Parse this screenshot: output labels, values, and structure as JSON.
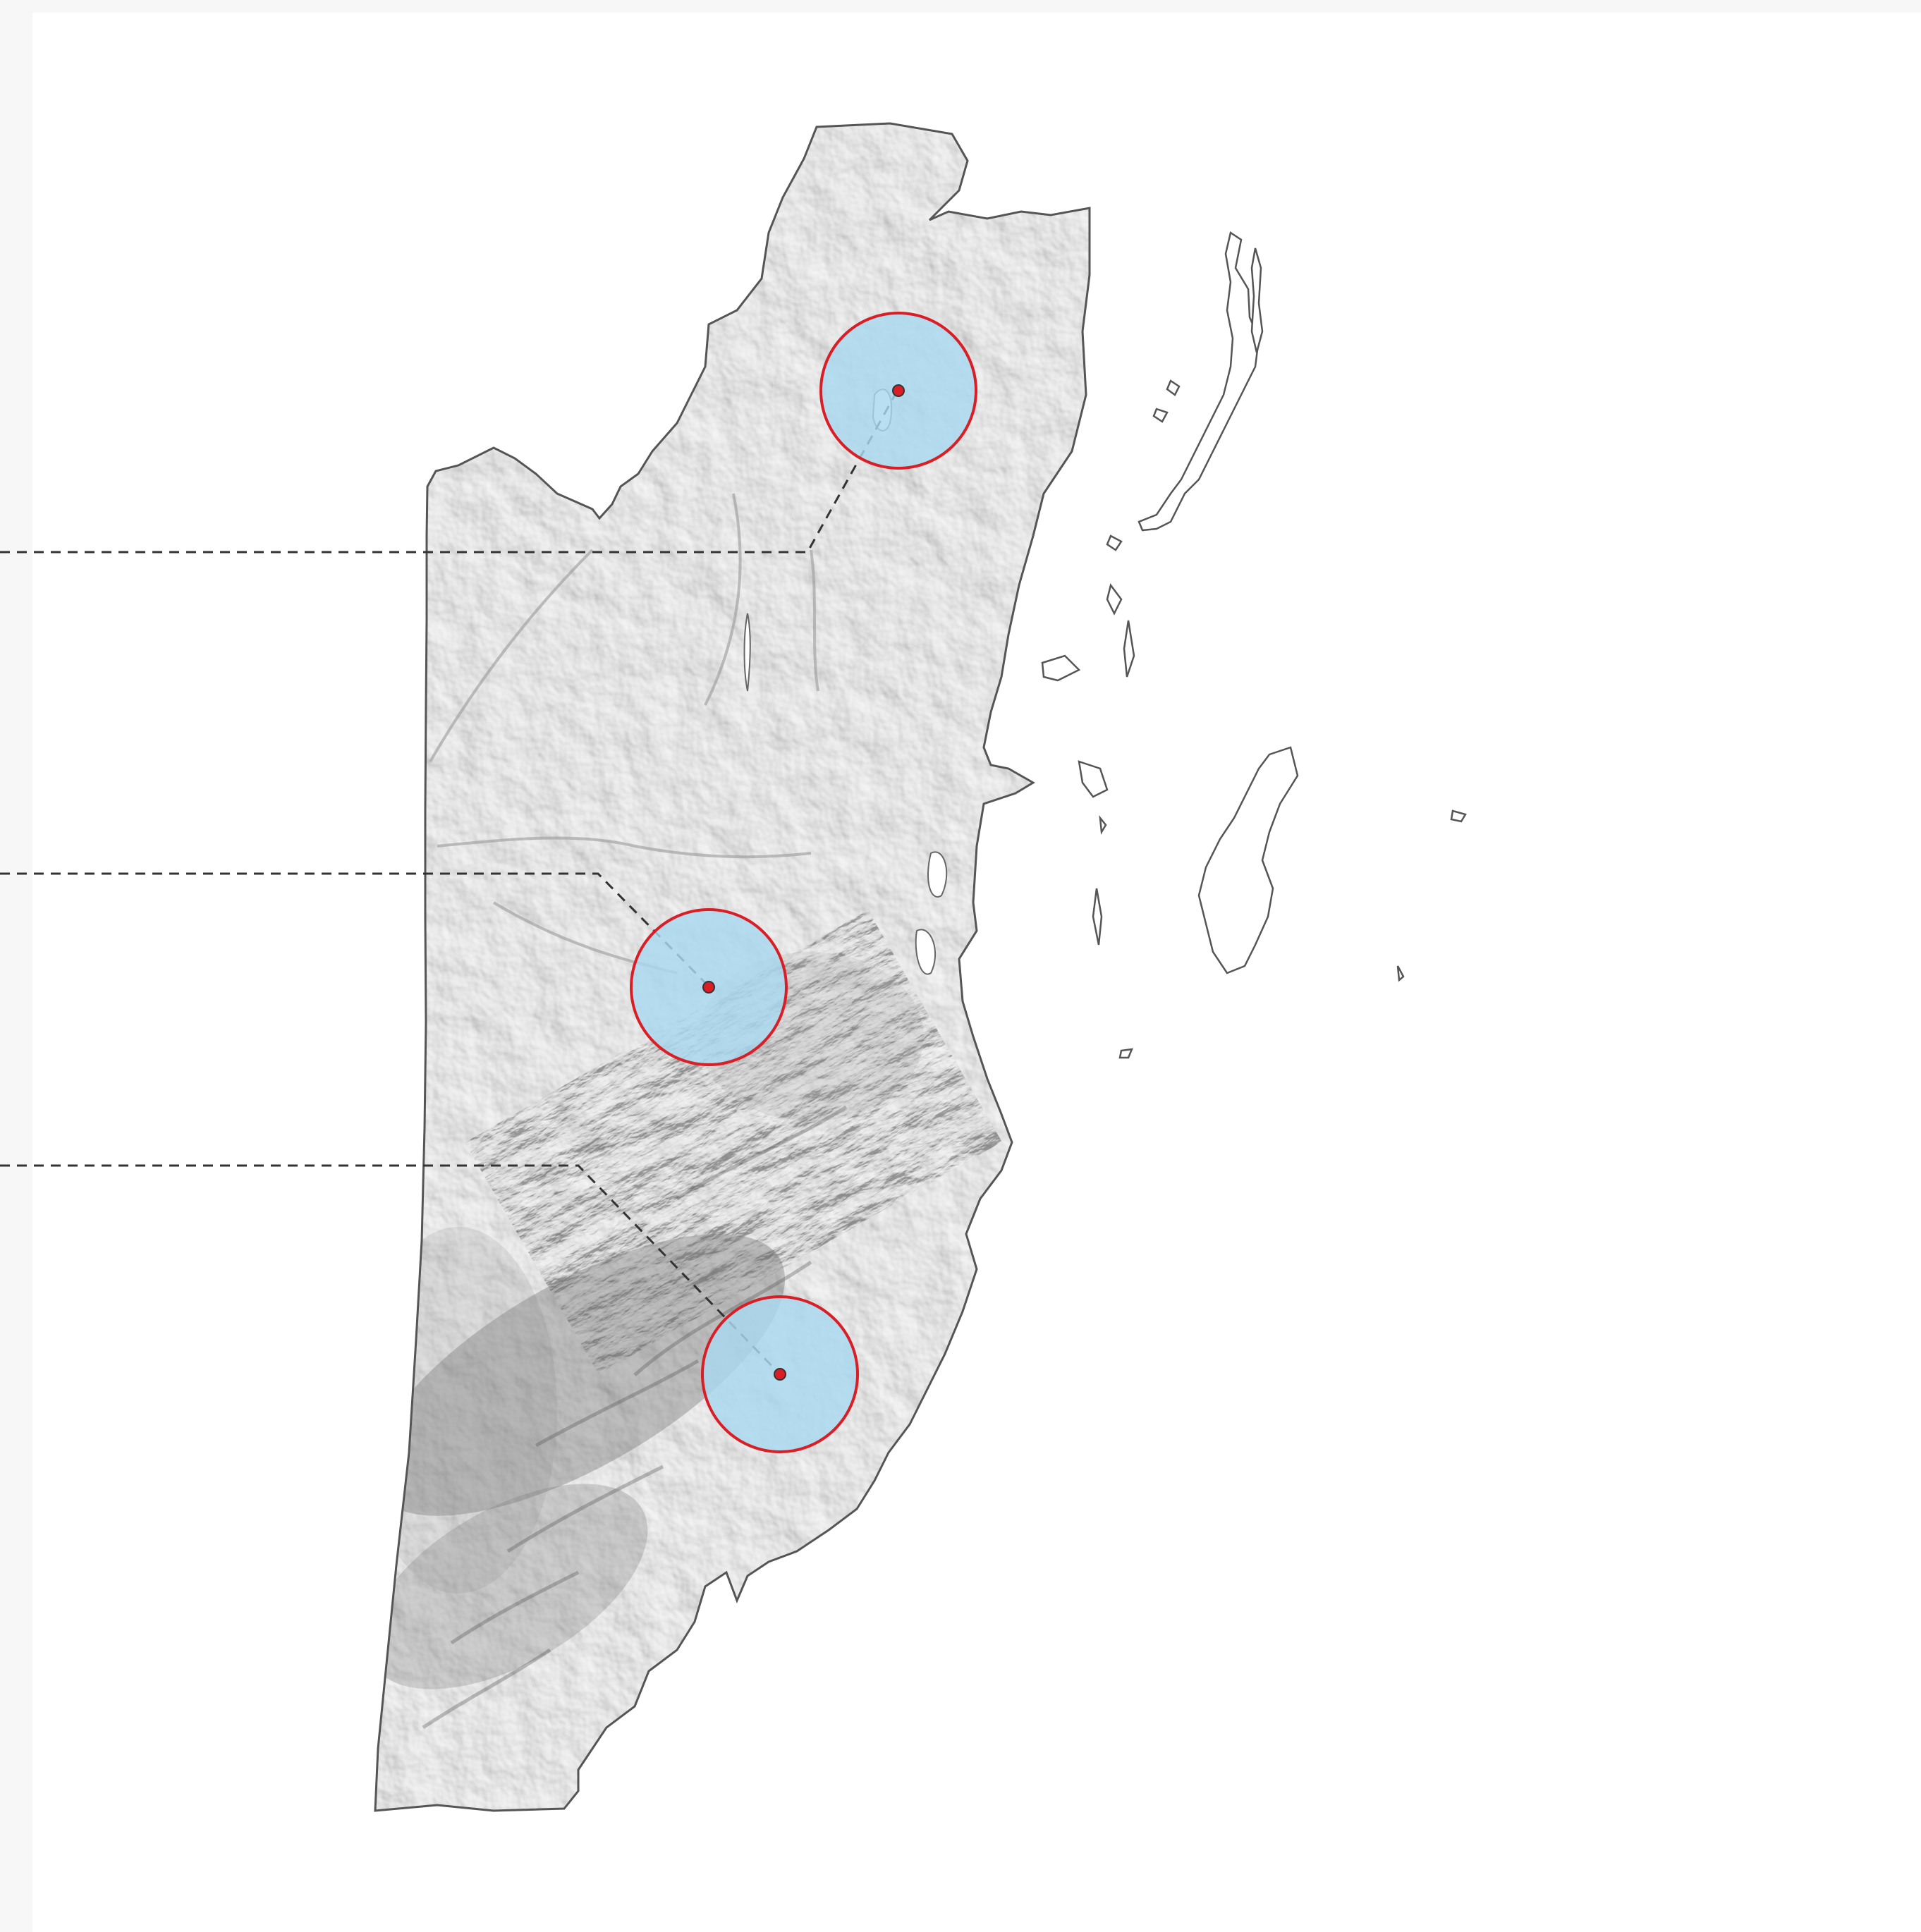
{
  "map": {
    "region": "Belize",
    "style": "grayscale-hillshade",
    "colors": {
      "page_bg": "#f7f7f7",
      "panel_bg": "#ffffff",
      "land_fill": "#efefef",
      "coast_stroke": "#555555",
      "marker_fill": "#a9d8ef",
      "marker_stroke": "#d91e25",
      "leader_line": "#333333"
    },
    "markers": [
      {
        "id": "north-site",
        "icon": "circle-marker-icon"
      },
      {
        "id": "central-site",
        "icon": "circle-marker-icon"
      },
      {
        "id": "south-site",
        "icon": "circle-marker-icon"
      }
    ]
  }
}
